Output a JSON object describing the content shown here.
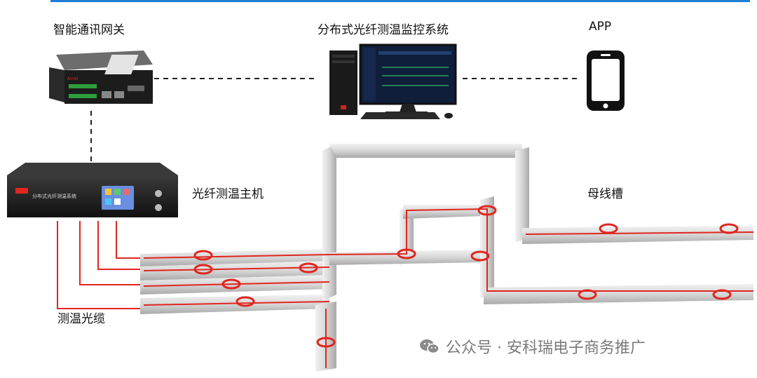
{
  "labels": {
    "gateway": "智能通讯网关",
    "system": "分布式光纤测温监控系统",
    "app": "APP",
    "host": "光纤测温主机",
    "busway": "母线槽",
    "cable": "测温光缆"
  },
  "device_text": {
    "gateway_brand": "Acrel",
    "host_panel": "分布式光纤测温系统"
  },
  "watermark": "公众号 · 安科瑞电子商务推广",
  "colors": {
    "accent": "#1f7fd6",
    "fiber": "#e0261f",
    "busway": "#d9d9d9"
  }
}
